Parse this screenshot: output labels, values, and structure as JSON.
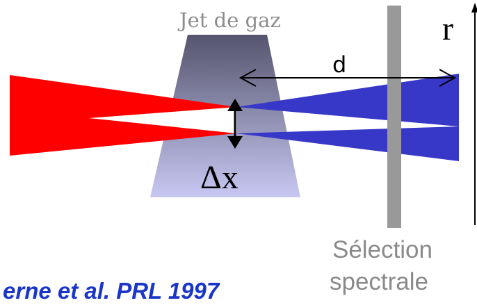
{
  "labels": {
    "gas_jet": "Jet de gaz",
    "radial_axis": "r",
    "distance": "d",
    "delta_x": "Δx",
    "spectral_selection_line1": "Sélection",
    "spectral_selection_line2": "spectrale",
    "reference_partial": "erne et al. PRL 1997"
  },
  "colors": {
    "red_beam": "#ff0000",
    "blue_beam": "#3838c8",
    "gas_jet_top": "#55556e",
    "gas_jet_bottom": "#c7c7f2",
    "filter_bar": "#999999",
    "label_gray": "#8c8c8c",
    "reference_blue": "#1a36c8"
  }
}
